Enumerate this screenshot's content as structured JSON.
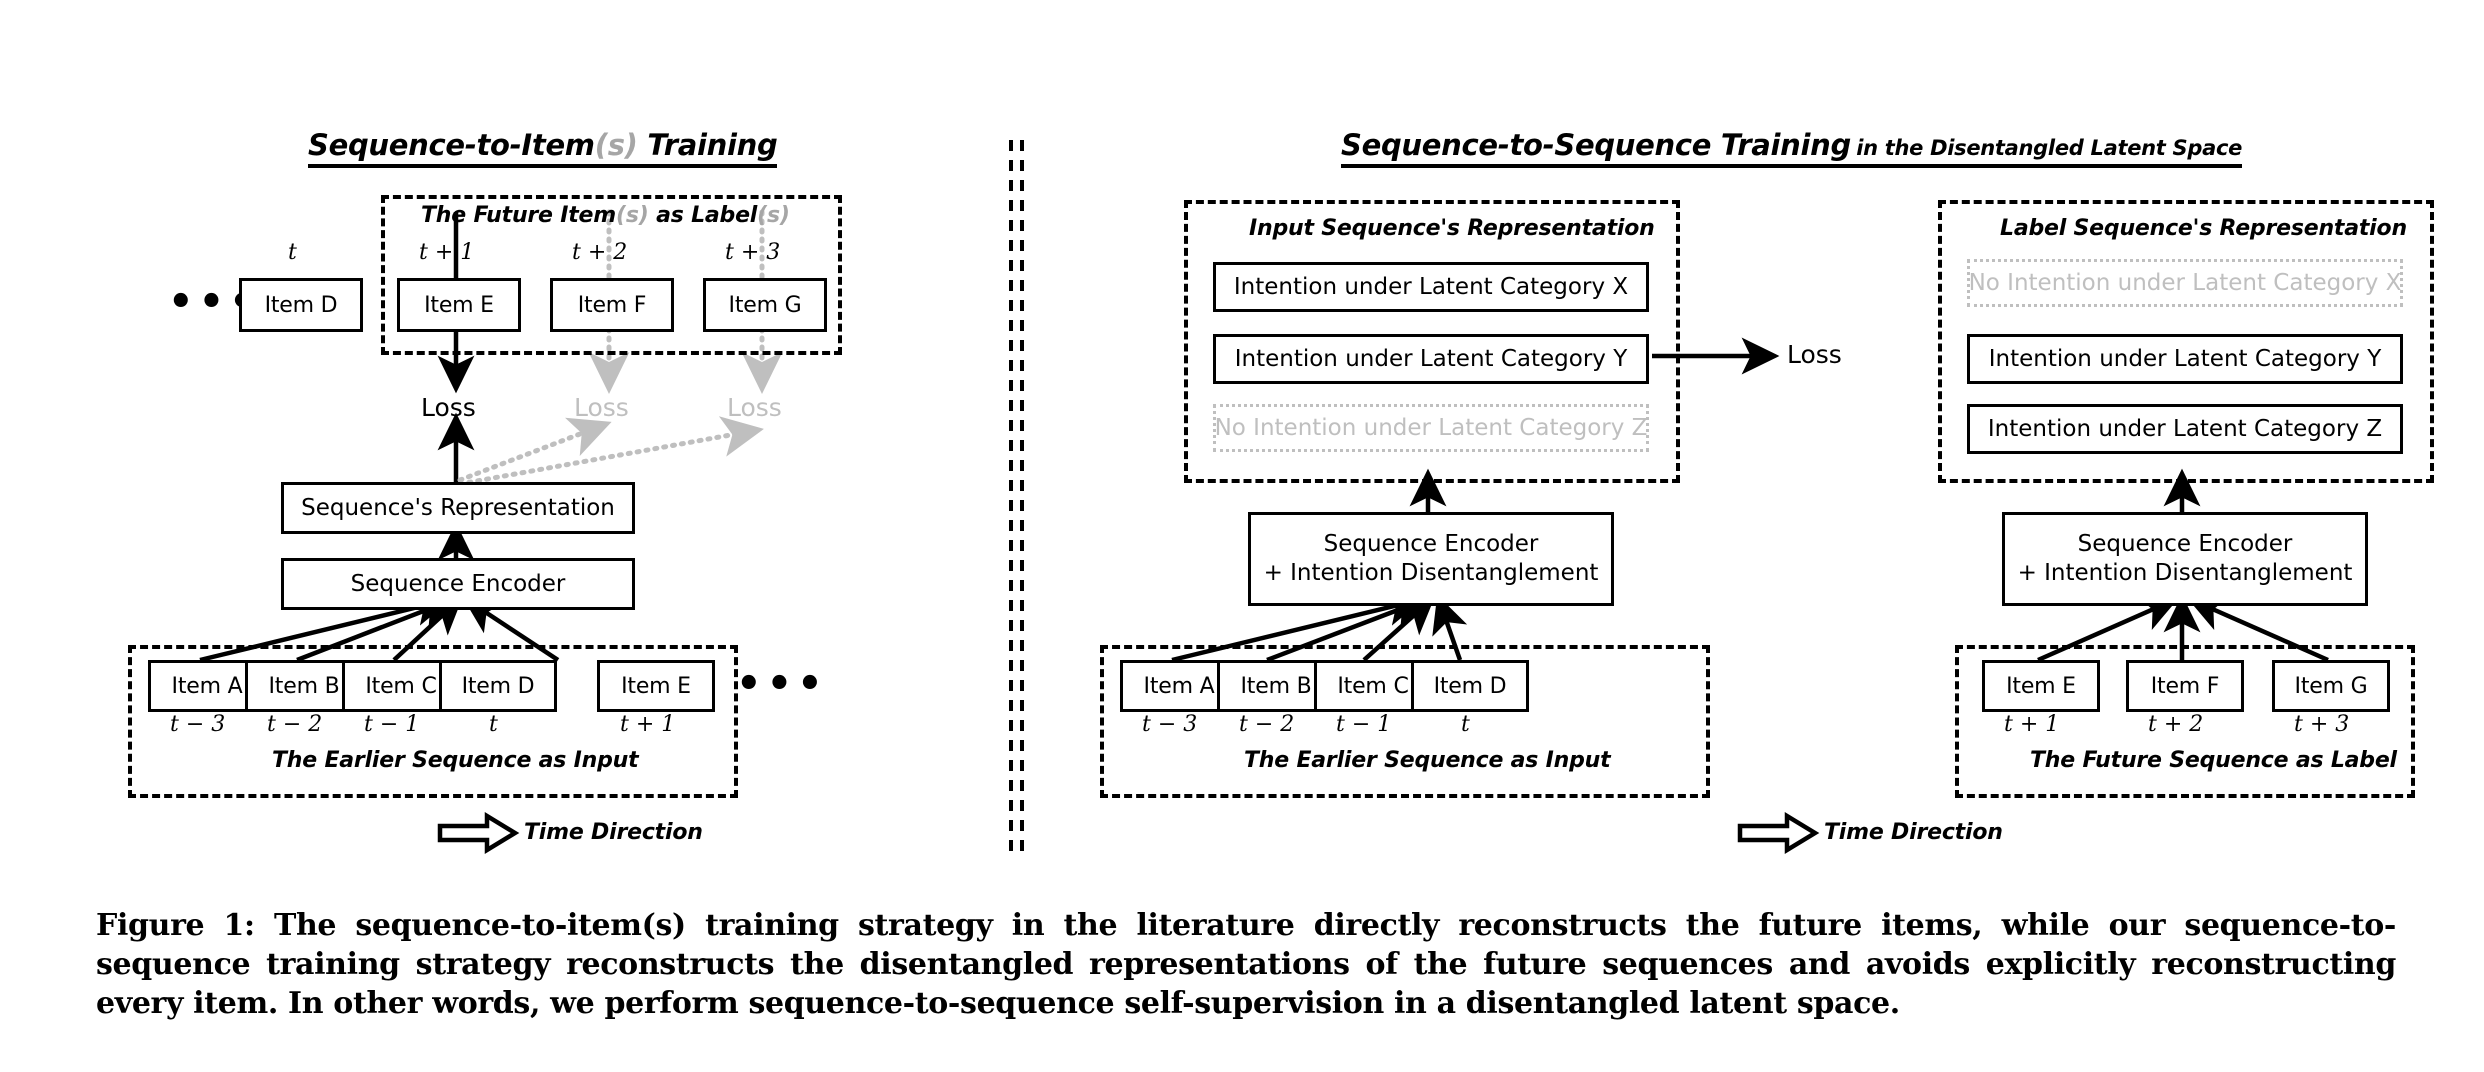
{
  "figure": {
    "caption": "Figure 1: The sequence-to-item(s) training strategy in the literature directly reconstructs the future items, while our sequence-to-sequence training strategy reconstructs the disentangled representations of the future sequences and avoids explicitly reconstructing every item. In other words, we perform sequence-to-sequence self-supervision in a disentangled latent space."
  },
  "left_panel": {
    "title_main": "Sequence-to-Item",
    "title_gray": "(s)",
    "title_tail": " Training",
    "future_group_label_a": "The Future Item",
    "future_group_label_gray1": "(s)",
    "future_group_label_b": " as Label",
    "future_group_label_gray2": "(s)",
    "input_group_label": "The Earlier Sequence as Input",
    "ellipsis_left": "•••",
    "ellipsis_right": "•••",
    "future_items": [
      {
        "name": "Item E",
        "time": "t + 1"
      },
      {
        "name": "Item F",
        "time": "t + 2"
      },
      {
        "name": "Item G",
        "time": "t + 3"
      }
    ],
    "item_d": {
      "name": "Item D",
      "time": "t"
    },
    "item_e_outside": {
      "name": "Item E",
      "time": "t + 1"
    },
    "losses": [
      {
        "label": "Loss",
        "state": "active"
      },
      {
        "label": "Loss",
        "state": "faded"
      },
      {
        "label": "Loss",
        "state": "faded"
      }
    ],
    "representation_box": "Sequence's Representation",
    "encoder_box": "Sequence Encoder",
    "input_items": [
      {
        "name": "Item A",
        "time": "t − 3"
      },
      {
        "name": "Item B",
        "time": "t − 2"
      },
      {
        "name": "Item C",
        "time": "t − 1"
      },
      {
        "name": "Item D",
        "time": "t"
      }
    ],
    "time_direction": "Time Direction"
  },
  "right_panel": {
    "title_main": "Sequence-to-Sequence Training",
    "title_sub": "in the Disentangled Latent Space",
    "input_repr_group_label": "Input Sequence's Representation",
    "label_repr_group_label": "Label Sequence's Representation",
    "input_intentions": [
      {
        "text": "Intention under Latent Category X",
        "state": "active"
      },
      {
        "text": "Intention under Latent Category Y",
        "state": "active"
      },
      {
        "text": "No Intention under Latent Category Z",
        "state": "faded"
      }
    ],
    "label_intentions": [
      {
        "text": "No Intention under Latent Category X",
        "state": "faded"
      },
      {
        "text": "Intention under Latent Category Y",
        "state": "active"
      },
      {
        "text": "Intention under Latent Category Z",
        "state": "active"
      }
    ],
    "loss_label": "Loss",
    "encoder_left": {
      "line1": "Sequence Encoder",
      "line2": "+ Intention Disentanglement"
    },
    "encoder_right": {
      "line1": "Sequence Encoder",
      "line2": "+ Intention Disentanglement"
    },
    "input_group_label": "The Earlier Sequence as Input",
    "label_group_label": "The Future Sequence as Label",
    "input_items": [
      {
        "name": "Item A",
        "time": "t − 3"
      },
      {
        "name": "Item B",
        "time": "t − 2"
      },
      {
        "name": "Item C",
        "time": "t − 1"
      },
      {
        "name": "Item D",
        "time": "t"
      }
    ],
    "label_items": [
      {
        "name": "Item E",
        "time": "t + 1"
      },
      {
        "name": "Item F",
        "time": "t + 2"
      },
      {
        "name": "Item G",
        "time": "t + 3"
      }
    ],
    "time_direction": "Time Direction"
  },
  "colors": {
    "ink": "#000000",
    "faded": "#bfbfbf",
    "background": "#ffffff"
  }
}
